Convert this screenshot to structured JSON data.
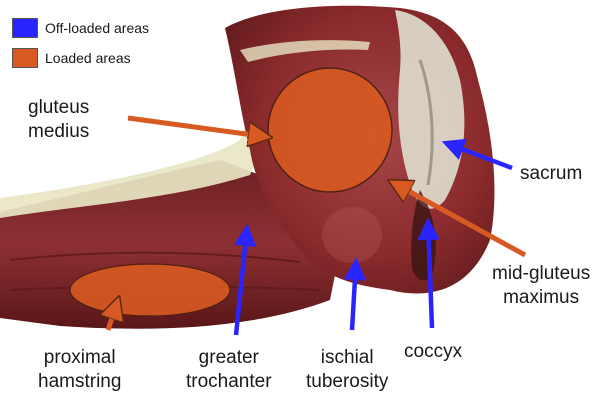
{
  "colors": {
    "offloaded": "#2a25ff",
    "loaded": "#d85a22",
    "muscle": "#8a2a2c",
    "tendon": "#e8e6c4"
  },
  "legend": [
    {
      "label": "Off-loaded areas",
      "color": "#2a25ff"
    },
    {
      "label": "Loaded areas",
      "color": "#d85a22"
    }
  ],
  "labels": {
    "gluteus_medius": [
      "gluteus",
      "medius"
    ],
    "sacrum": "sacrum",
    "mid_gluteus_maximus": [
      "mid-gluteus",
      "maximus"
    ],
    "proximal_hamstring": [
      "proximal",
      "hamstring"
    ],
    "greater_trochanter": [
      "greater",
      "trochanter"
    ],
    "ischial_tuberosity": [
      "ischial",
      "tuberosity"
    ],
    "coccyx": "coccyx"
  }
}
